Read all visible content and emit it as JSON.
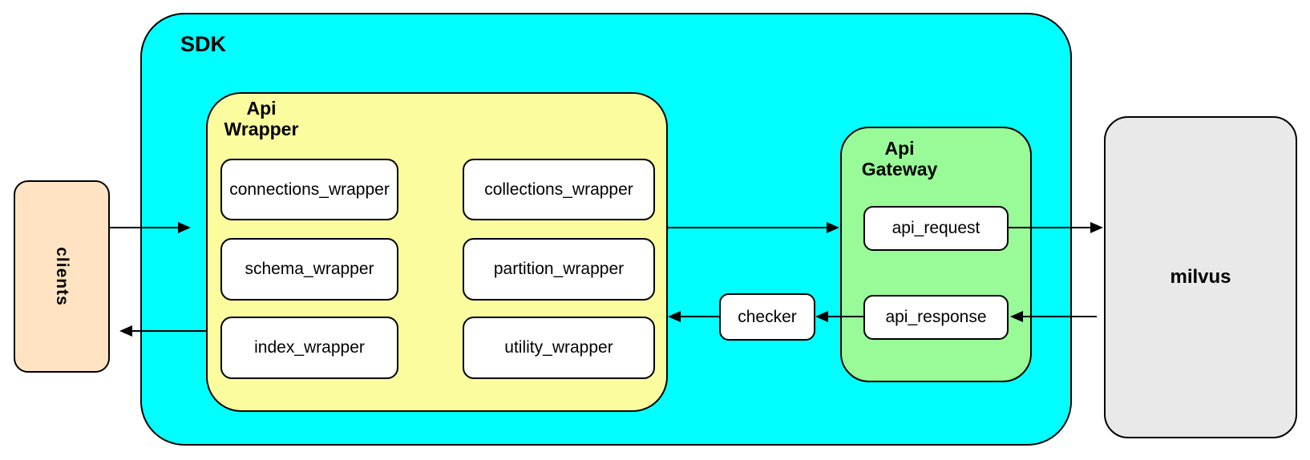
{
  "diagram": {
    "sdk": {
      "label": "SDK"
    },
    "clients": {
      "label": "clients"
    },
    "milvus": {
      "label": "milvus"
    },
    "checker": {
      "label": "checker"
    },
    "api_wrapper": {
      "title": [
        "Api",
        "Wrapper"
      ],
      "nodes": [
        "connections_wrapper",
        "collections_wrapper",
        "schema_wrapper",
        "partition_wrapper",
        "index_wrapper",
        "utility_wrapper"
      ]
    },
    "api_gateway": {
      "title": [
        "Api",
        "Gateway"
      ],
      "nodes": [
        "api_request",
        "api_response"
      ]
    }
  },
  "colors": {
    "sdk_fill": "#00FFFF",
    "api_wrapper_fill": "#FAFC9E",
    "api_gateway_fill": "#98FB98",
    "clients_fill": "#FFE3C2",
    "milvus_fill": "#E9E9E9",
    "node_fill": "#FFFFFF",
    "stroke": "#000000"
  }
}
